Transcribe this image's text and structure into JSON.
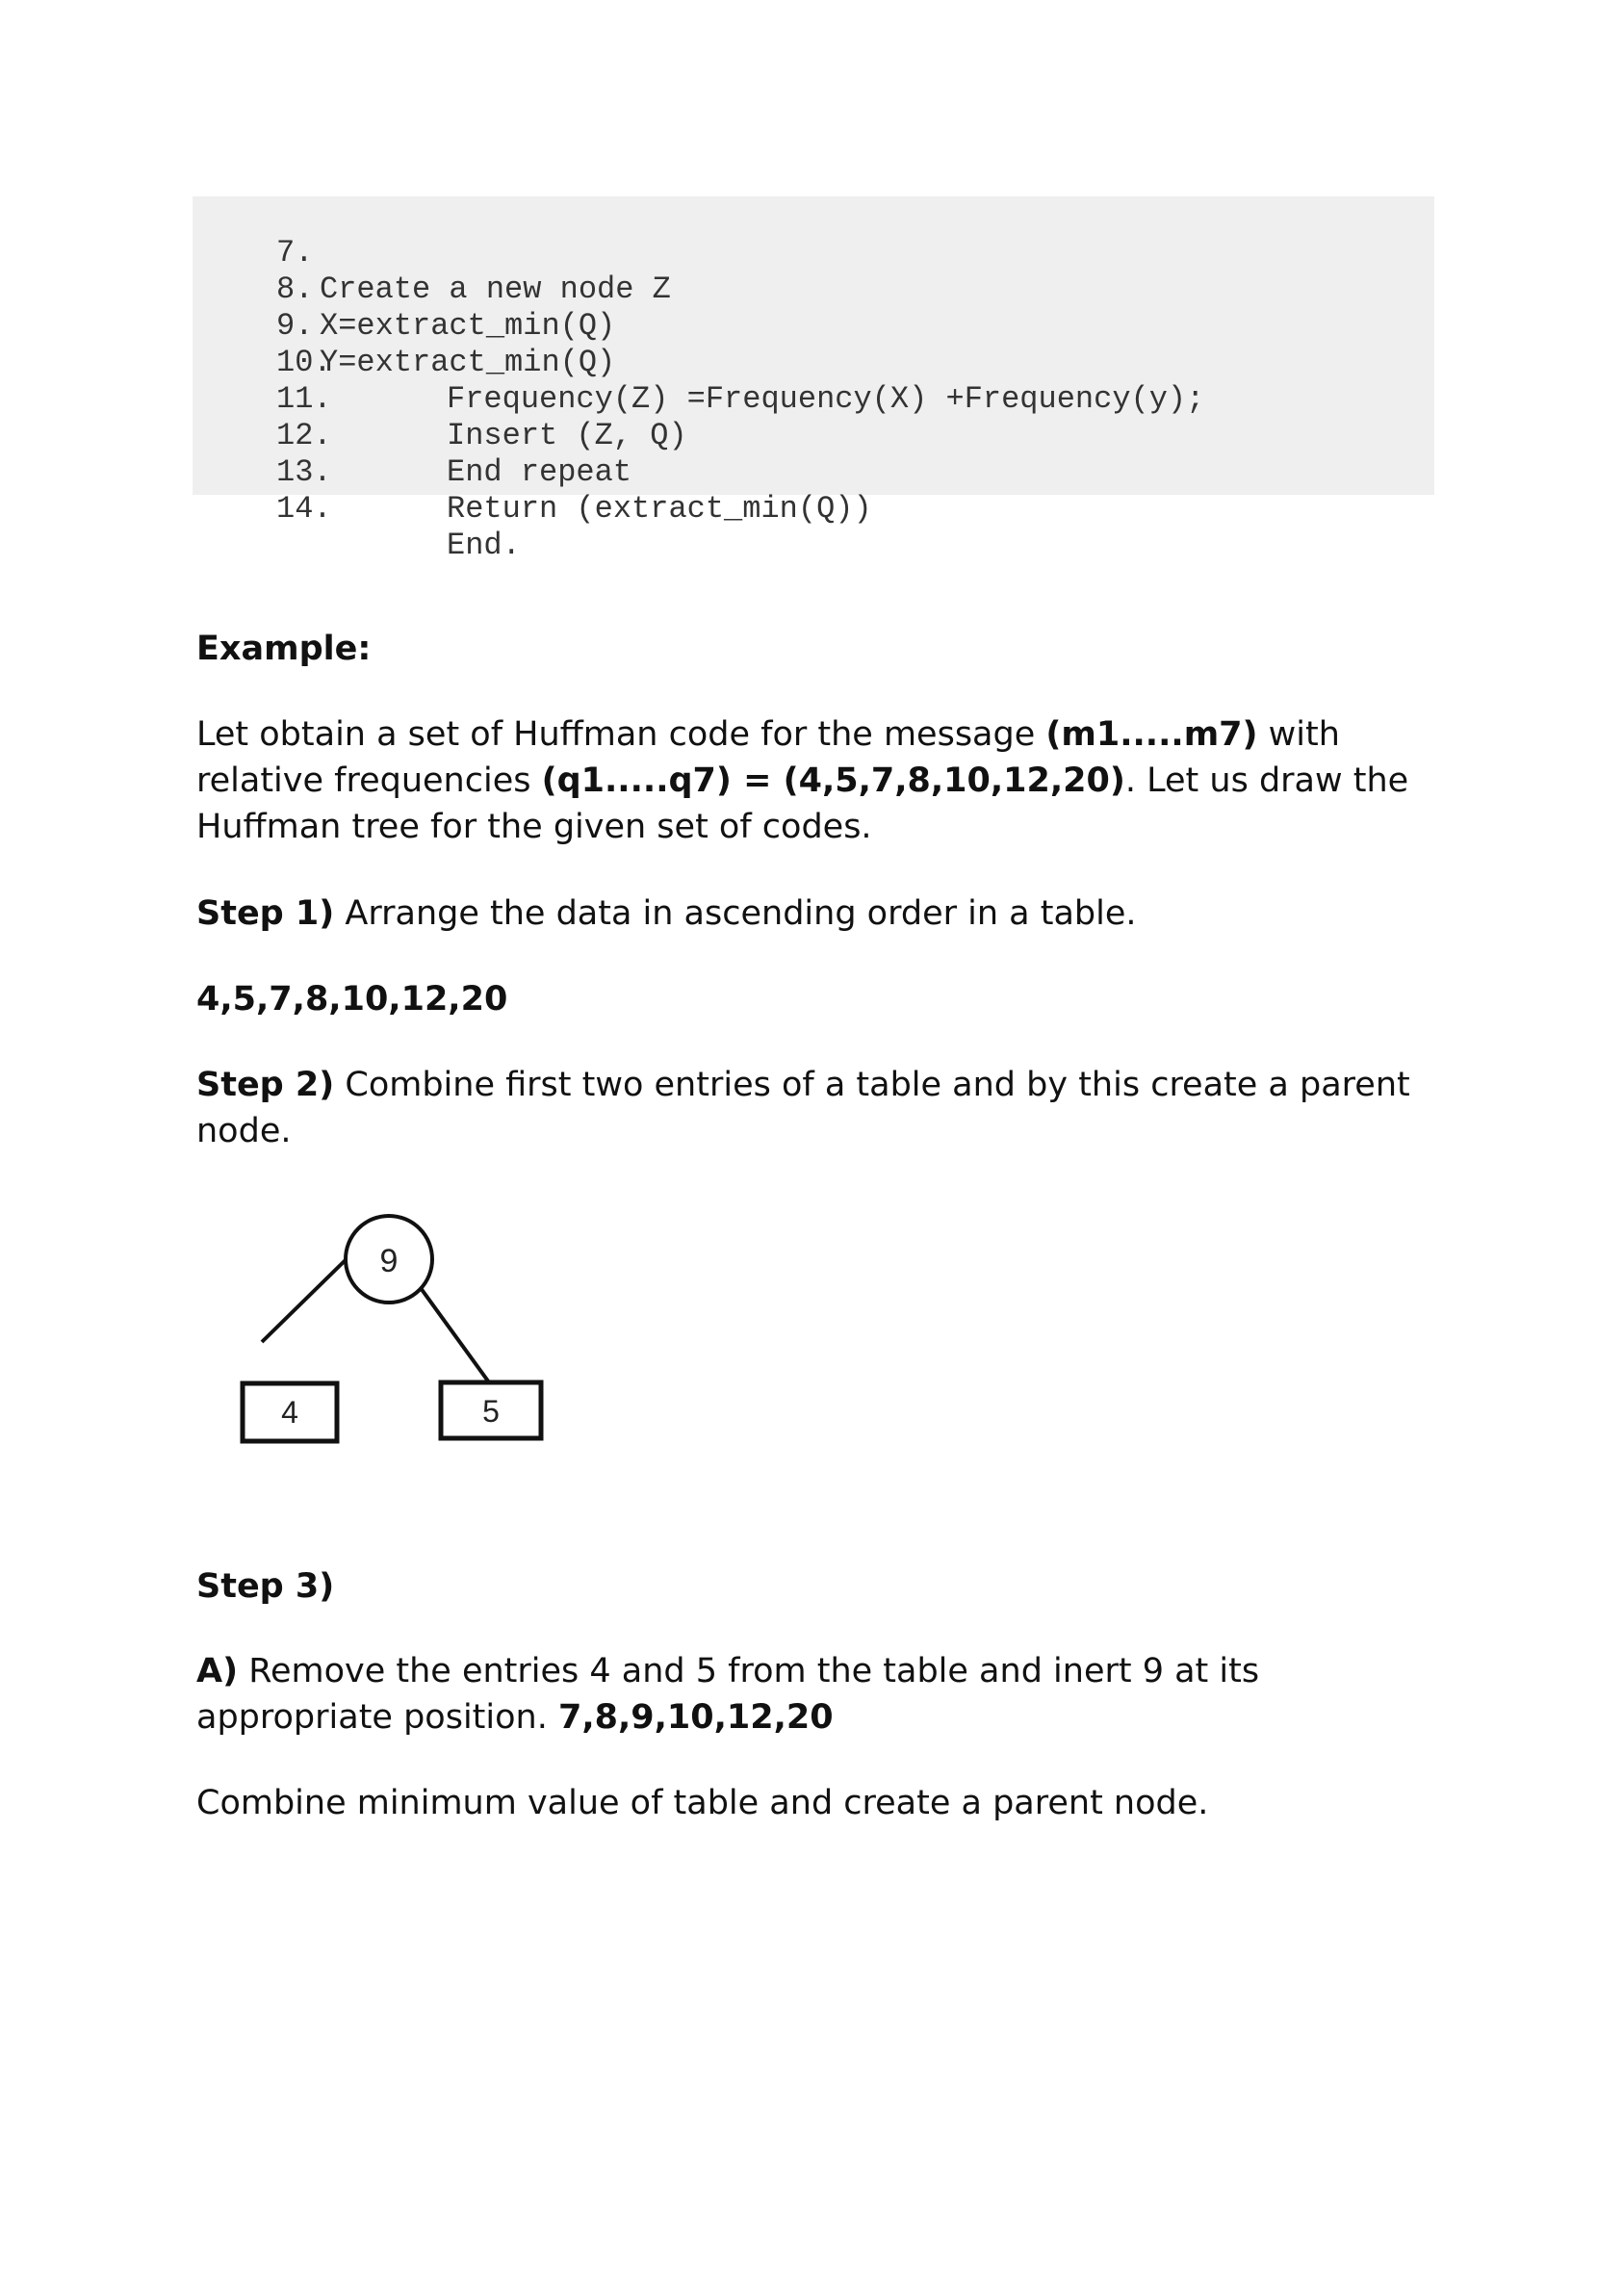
{
  "code": {
    "lines": [
      {
        "num": "7.",
        "text": "Create a new node Z"
      },
      {
        "num": "8.",
        "text": "X=extract_min(Q)"
      },
      {
        "num": "9.",
        "text": "Y=extract_min(Q)"
      },
      {
        "num": "10.",
        "text": "Frequency(Z) =Frequency(X) +Frequency(y);"
      },
      {
        "num": "11.",
        "text": "Insert (Z, Q)"
      },
      {
        "num": "12.",
        "text": "End repeat"
      },
      {
        "num": "13.",
        "text": "Return (extract_min(Q))"
      },
      {
        "num": "14.",
        "text": "End."
      }
    ]
  },
  "example": {
    "heading": "Example:",
    "intro": {
      "part1": "Let obtain a set of Huffman code for the message ",
      "msg": "(m1.....m7)",
      "part2": " with relative frequencies ",
      "freq": "(q1.....q7) = (4,5,7,8,10,12,20)",
      "part3": ". Let us draw the Huffman tree for the given set of codes."
    },
    "step1": {
      "label": "Step 1)",
      "text": " Arrange the data in ascending order in a table."
    },
    "sorted_data": "4,5,7,8,10,12,20",
    "step2": {
      "label": "Step 2)",
      "text": " Combine first two entries of a table and by this create a parent node."
    },
    "tree": {
      "root": "9",
      "left": "4",
      "right": "5"
    },
    "step3": {
      "label": "Step 3)"
    },
    "step3a": {
      "label": "A)",
      "text": " Remove the entries 4 and 5 from the table and inert 9 at its appropriate position. ",
      "data": "7,8,9,10,12,20"
    },
    "combine_text": "Combine minimum value of table and create a parent node."
  }
}
